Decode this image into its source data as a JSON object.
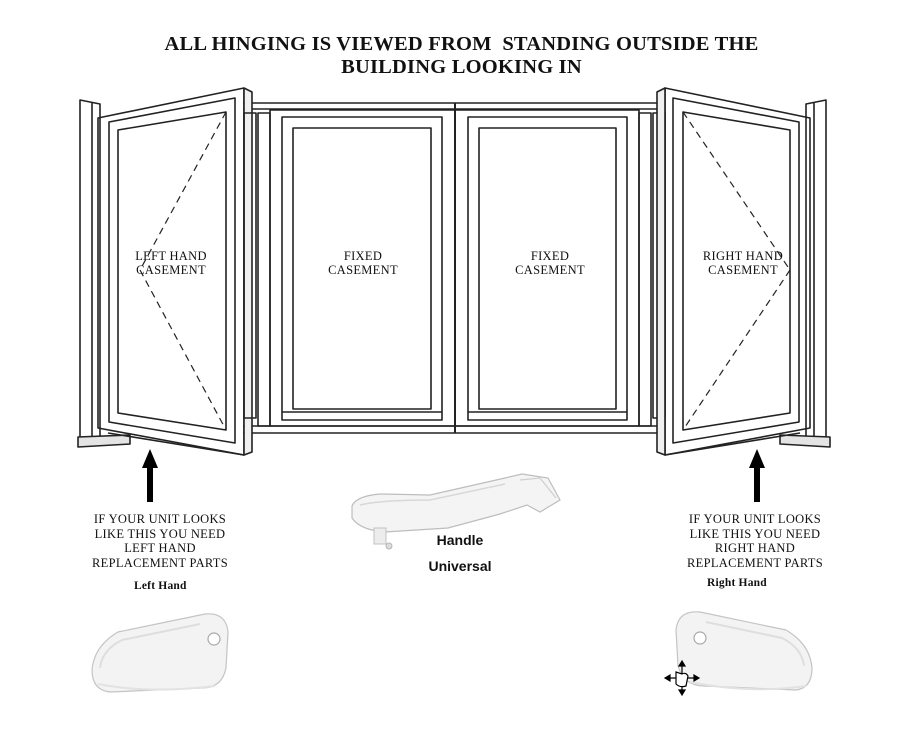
{
  "title": {
    "line1": "ALL HINGING IS VIEWED FROM  STANDING OUTSIDE THE",
    "line2": "BUILDING LOOKING IN"
  },
  "panels": [
    {
      "line1": "LEFT HAND",
      "line2": "CASEMENT"
    },
    {
      "line1": "FIXED",
      "line2": "CASEMENT"
    },
    {
      "line1": "FIXED",
      "line2": "CASEMENT"
    },
    {
      "line1": "RIGHT HAND",
      "line2": "CASEMENT"
    }
  ],
  "notes": {
    "left": [
      "IF YOUR UNIT LOOKS",
      "LIKE THIS YOU NEED",
      "LEFT HAND",
      "REPLACEMENT PARTS"
    ],
    "right": [
      "IF YOUR UNIT LOOKS",
      "LIKE THIS YOU NEED",
      "RIGHT HAND",
      "REPLACEMENT PARTS"
    ]
  },
  "parts": {
    "left_label": "Left Hand",
    "right_label": "Right Hand",
    "handle_line1": "Handle",
    "handle_line2": "Universal"
  },
  "icons": {
    "arrow": "up-arrow-icon",
    "cursor": "move-cursor-icon"
  }
}
